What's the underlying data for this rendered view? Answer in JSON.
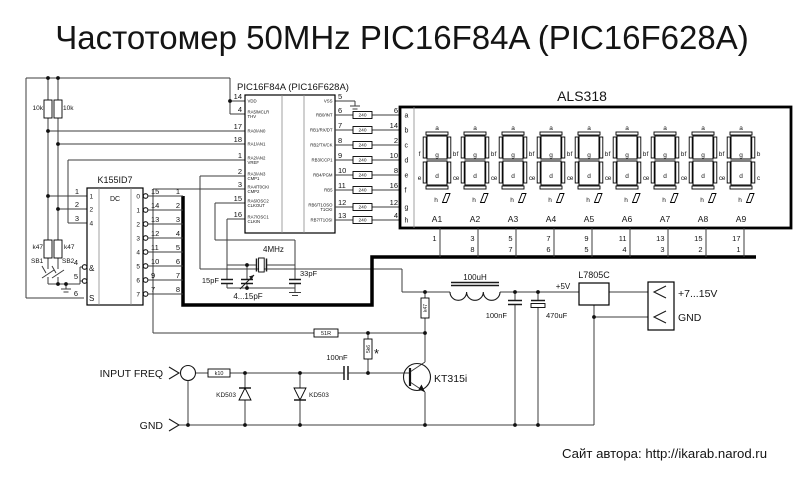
{
  "title": "Частотомер 50MHz PIC16F84A (PIC16F628A)",
  "footer": "Сайт автора:  http://ikarab.narod.ru",
  "pic": {
    "label": "PIC16F84A (PIC16F628A)",
    "left_pins": [
      {
        "num": "14",
        "name": "VDD"
      },
      {
        "num": "4",
        "name": "RA5/MCLR|THV"
      },
      {
        "num": "17",
        "name": "RA0/AN0"
      },
      {
        "num": "18",
        "name": "RA1/AN1"
      },
      {
        "num": "1",
        "name": "RA2/AN2|VREF"
      },
      {
        "num": "2",
        "name": "RA3/AN3|CMP1"
      },
      {
        "num": "3",
        "name": "RA4/T0CKI|CMP2"
      },
      {
        "num": "15",
        "name": "RA6/OSC2|CLKOUT"
      },
      {
        "num": "16",
        "name": "RA7/OSC1|CLKIN"
      }
    ],
    "right_pins": [
      {
        "num": "5",
        "name": "VSS"
      },
      {
        "num": "6",
        "name": "RB0/INT"
      },
      {
        "num": "7",
        "name": "RB1/RX/DT"
      },
      {
        "num": "8",
        "name": "RB2/TX/CK"
      },
      {
        "num": "9",
        "name": "RB3/CCP1"
      },
      {
        "num": "10",
        "name": "RB4/PGM"
      },
      {
        "num": "11",
        "name": "RB5"
      },
      {
        "num": "12",
        "name": "RB6/T1OSO|T1CKI"
      },
      {
        "num": "13",
        "name": "RB7/T1OSI"
      }
    ]
  },
  "decoder": {
    "label": "K155ID7",
    "type_label": "DC",
    "and_label": "&",
    "strobe_label": "S",
    "inputs": [
      {
        "ext": "1",
        "inner": "1"
      },
      {
        "ext": "2",
        "inner": "2"
      },
      {
        "ext": "3",
        "inner": "4"
      }
    ],
    "enable_pins": [
      "4",
      "5",
      "6"
    ],
    "outputs": [
      {
        "inner": "0",
        "pin": "15",
        "line": "1"
      },
      {
        "inner": "1",
        "pin": "14",
        "line": "2"
      },
      {
        "inner": "2",
        "pin": "13",
        "line": "3"
      },
      {
        "inner": "3",
        "pin": "12",
        "line": "4"
      },
      {
        "inner": "4",
        "pin": "11",
        "line": "5"
      },
      {
        "inner": "5",
        "pin": "10",
        "line": "6"
      },
      {
        "inner": "6",
        "pin": "9",
        "line": "7"
      },
      {
        "inner": "7",
        "pin": "7",
        "line": "8"
      }
    ]
  },
  "display": {
    "label": "ALS318",
    "segment_rows": [
      {
        "letter": "a",
        "pin": "6"
      },
      {
        "letter": "b",
        "pin": "14"
      },
      {
        "letter": "c",
        "pin": "2"
      },
      {
        "letter": "d",
        "pin": "10"
      },
      {
        "letter": "e",
        "pin": "8"
      },
      {
        "letter": "f",
        "pin": "16"
      },
      {
        "letter": "g",
        "pin": "12"
      },
      {
        "letter": "h",
        "pin": "4"
      }
    ],
    "glyph_letters": [
      "a",
      "b",
      "c",
      "d",
      "e",
      "f",
      "g",
      "h"
    ],
    "digits": [
      {
        "name": "A1",
        "pin": "1",
        "select": ""
      },
      {
        "name": "A2",
        "pin": "3",
        "select": "8"
      },
      {
        "name": "A3",
        "pin": "5",
        "select": "7"
      },
      {
        "name": "A4",
        "pin": "7",
        "select": "6"
      },
      {
        "name": "A5",
        "pin": "9",
        "select": "5"
      },
      {
        "name": "A6",
        "pin": "11",
        "select": "4"
      },
      {
        "name": "A7",
        "pin": "13",
        "select": "3"
      },
      {
        "name": "A8",
        "pin": "15",
        "select": "2"
      },
      {
        "name": "A9",
        "pin": "17",
        "select": "1"
      }
    ]
  },
  "resistors": {
    "segment": "240",
    "r51": "51R",
    "r5k6": "5k6",
    "k10": "k10",
    "k47": "k47",
    "r10k": "10k"
  },
  "components": {
    "crystal": "4MHz",
    "c15": "15pF",
    "c33": "33pF",
    "ctrim": "4...15pF",
    "coupling_cap": "100nF",
    "transistor": "KT315i",
    "diode": "KD503",
    "inductor": "100uH",
    "c100n": "100nF",
    "c470u": "470uF",
    "regulator": "L7805C",
    "v5": "+5V",
    "vin": "+7...15V",
    "gnd": "GND",
    "input_label": "INPUT FREQ",
    "gnd_input": "GND",
    "sb1": "SB1",
    "sb2": "SB2",
    "asterisk": "*"
  }
}
